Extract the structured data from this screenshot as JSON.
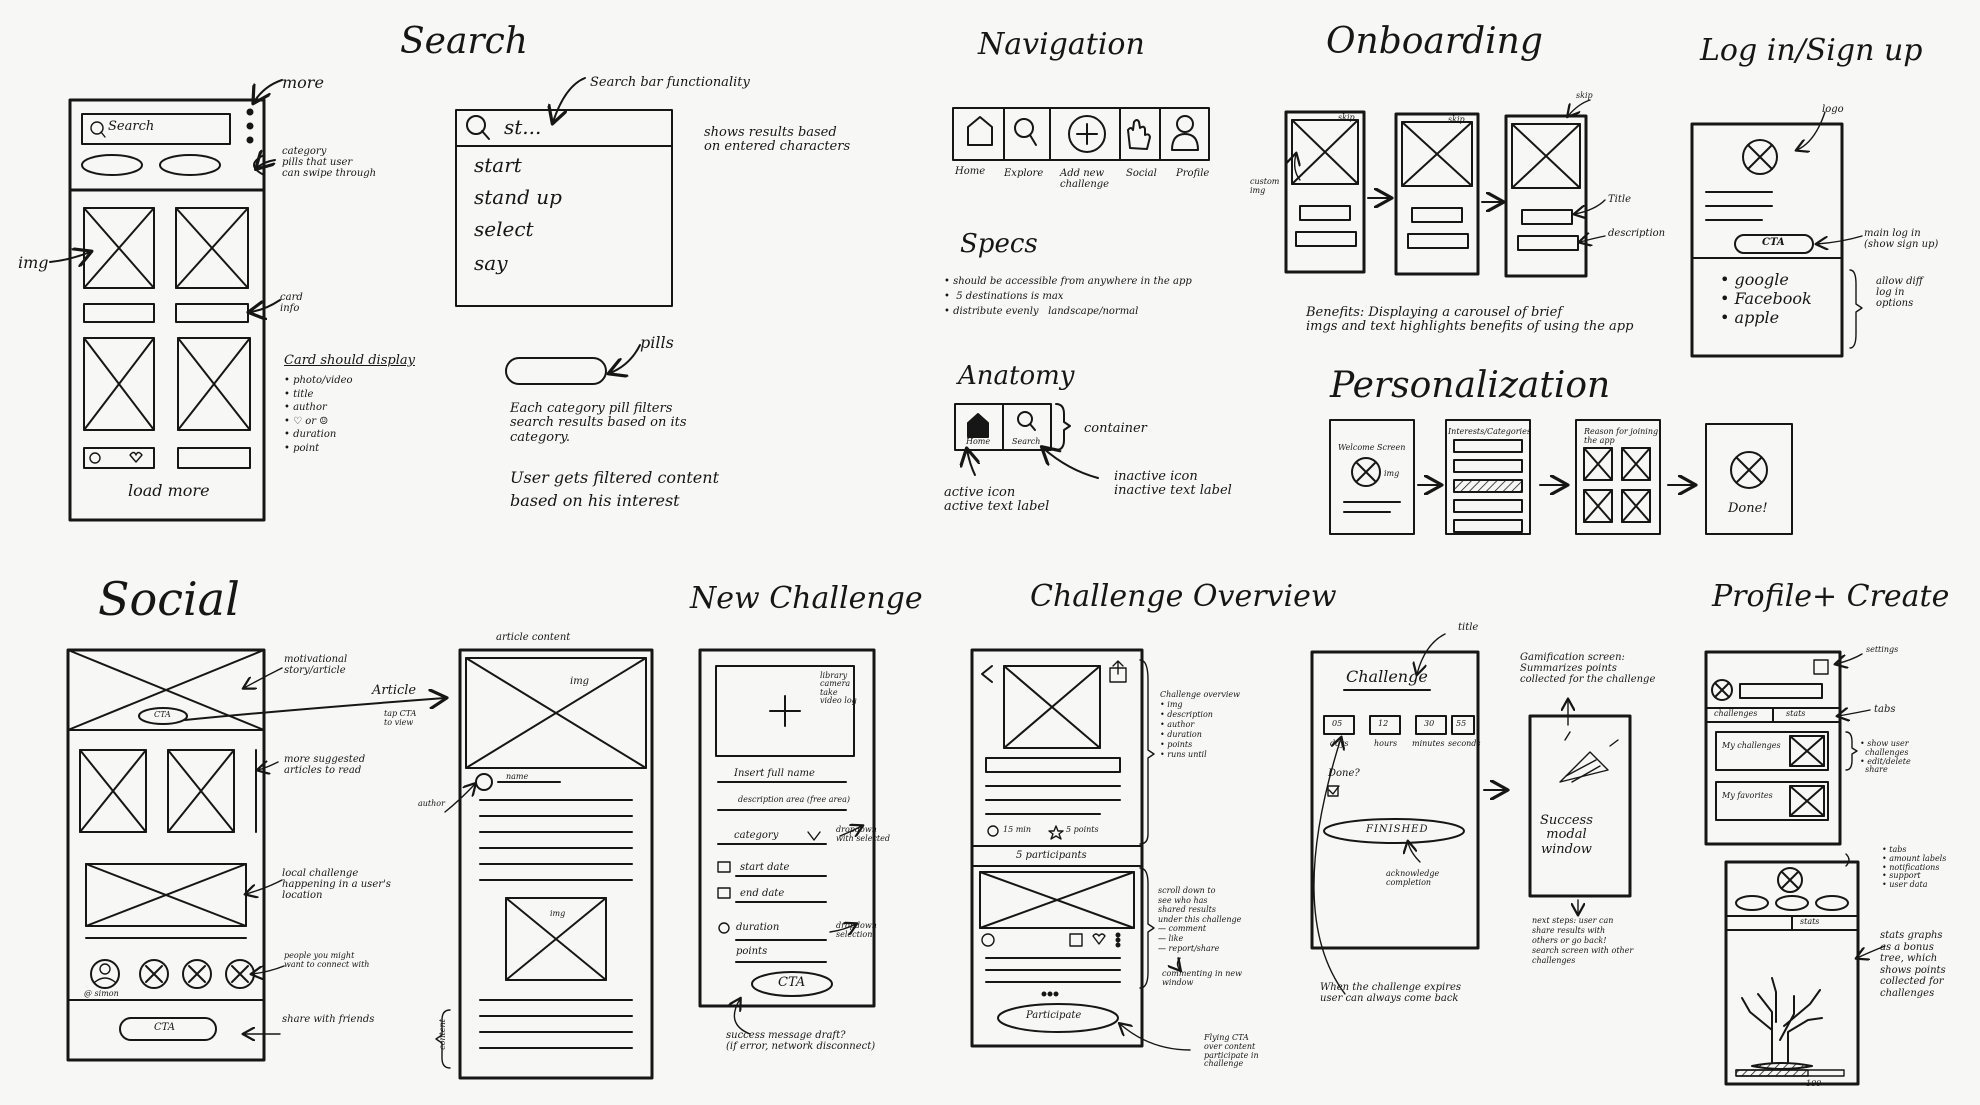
{
  "search": {
    "title": "Search",
    "bar_label": "Search",
    "more": "more",
    "category_pills": "category\npills that user\ncan swipe through",
    "img": "img",
    "card_info": "card\ninfo",
    "card_display_title": "Card should display",
    "card_display_items": "• photo/video\n• title\n• author\n• ♡ or ☺\n• duration\n• point",
    "load_more": "load more",
    "bar_functionality": "Search bar functionality",
    "typed": "st...",
    "results": [
      "start",
      "stand up",
      "select",
      "say"
    ],
    "shows_results": "shows results based\non entered characters",
    "pills": "pills",
    "pill_filters": "Each category pill filters\nsearch results based on its\ncategory.",
    "filtered_content": "User gets filtered content\nbased on his interest"
  },
  "navigation": {
    "title": "Navigation",
    "items": [
      "Home",
      "Explore",
      "Add new\nchallenge",
      "Social",
      "Profile"
    ],
    "specs_title": "Specs",
    "specs": "• should be accessible from anywhere in the app\n•  5 destinations is max\n• distribute evenly   landscape/normal",
    "anatomy_title": "Anatomy",
    "anatomy_home": "Home",
    "anatomy_search": "Search",
    "container": "container",
    "active": "active icon\nactive text label",
    "inactive": "inactive icon\ninactive text label"
  },
  "onboarding": {
    "title": "Onboarding",
    "skip": "skip",
    "custom_img": "custom\nimg",
    "title_label": "Title",
    "description": "description",
    "benefits": "Benefits: Displaying a carousel of brief\nimgs and text highlights benefits of using the app"
  },
  "login": {
    "title": "Log in/Sign up",
    "logo": "logo",
    "cta": "CTA",
    "main_login": "main log in\n(show sign up)",
    "options": "• google\n• Facebook\n• apple",
    "allow": "allow diff\nlog in\noptions"
  },
  "personalization": {
    "title": "Personalization",
    "welcome": "Welcome Screen",
    "img": "img",
    "interests": "Interests/Categories",
    "reason": "Reason for joining\nthe app",
    "done": "Done!"
  },
  "social": {
    "title": "Social",
    "cta": "CTA",
    "motivational": "motivational\nstory/article",
    "article": "Article",
    "tap_cta": "tap CTA\nto view",
    "more_suggested": "more suggested\narticles to read",
    "local_challenge": "local challenge\nhappening in a user's\nlocation",
    "people": "people you might\nwant to connect with",
    "share": "share with friends",
    "simon": "@ simon",
    "article_content": "article content",
    "img": "img",
    "name": "name",
    "author": "author",
    "content": "content"
  },
  "new_challenge": {
    "title": "New Challenge",
    "library": "library\ncamera\ntake\nvideo log",
    "fields": [
      "Insert full name",
      "description area (free area)",
      "category",
      "start date",
      "end date",
      "duration",
      "points"
    ],
    "dropdown": "dropdown\nwith selected",
    "dropdown2": "dropdown\nselection",
    "cta": "CTA",
    "success": "success message draft?\n(if error, network disconnect)"
  },
  "overview": {
    "title": "Challenge Overview",
    "overview_list": "Challenge overview\n• img\n• description\n• author\n• duration\n• points\n• runs until",
    "time": "15 min",
    "points": "5 points",
    "participants": "5 participants",
    "participate": "Participate",
    "scroll": "scroll down to\nsee who has\nshared results\nunder this challenge\n— comment\n— like\n— report/share",
    "commenting": "commenting in new\nwindow",
    "floating": "Flying CTA\nover content\nparticipate in\nchallenge",
    "title_label": "title",
    "challenge": "Challenge",
    "counters": [
      "05",
      "12",
      "30",
      "55"
    ],
    "counter_units": [
      "days",
      "hours",
      "minutes",
      "seconds"
    ],
    "done": "Done?",
    "finished": "FINISHED",
    "acknowledge": "acknowledge\ncompletion",
    "expires": "When the challenge expires\nuser can always come back",
    "gamification": "Gamification screen:\nSummarizes points\ncollected for the challenge",
    "success_modal": "Success\nmodal\nwindow",
    "next_steps": "next steps: user can\nshare results with\nothers or go back!\nsearch screen with other\nchallenges"
  },
  "profile": {
    "title": "Profile+ Create",
    "settings": "settings",
    "tabs": "tabs",
    "tab_challenges": "challenges",
    "tab_stats": "stats",
    "my_challenges": "My challenges",
    "my_favorites": "My favorites",
    "show_user": "• show user\n  challenges\n• edit/delete\n  share",
    "tabs_notes": "• tabs\n• amount labels\n• notifications\n• support\n• user data",
    "stats_tab": "stats",
    "stats_notes": "stats graphs\nas a bonus\ntree, which\nshows points\ncollected for\nchallenges",
    "hundred": "100"
  }
}
